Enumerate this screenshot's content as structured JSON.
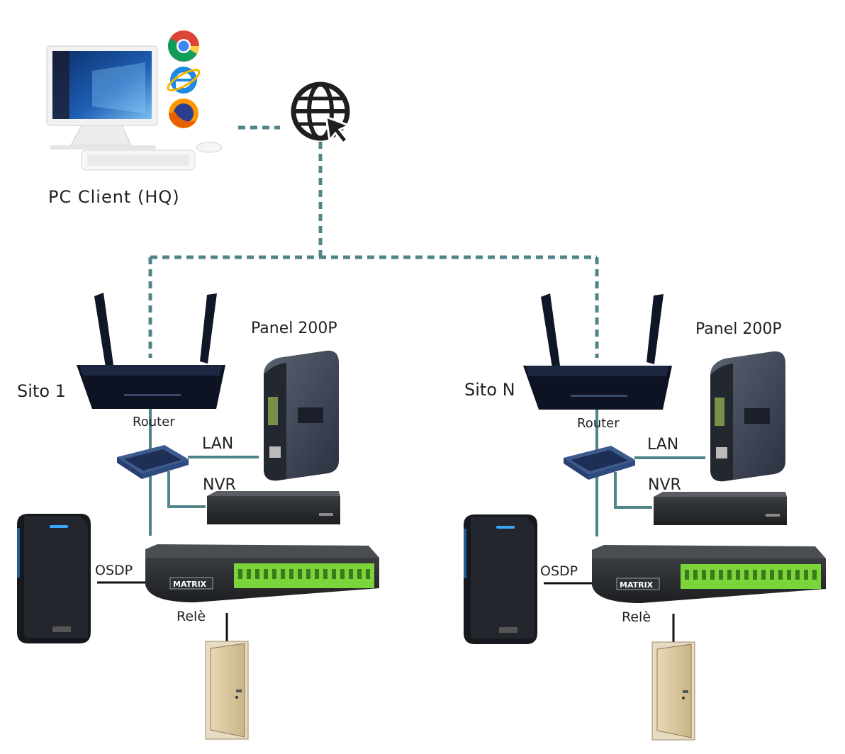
{
  "pc_client": {
    "label": "PC Client (HQ)"
  },
  "sites": [
    {
      "site_label": "Sito 1",
      "router_label": "Router",
      "panel_label": "Panel 200P",
      "lan_label": "LAN",
      "nvr_label": "NVR",
      "osdp_label": "OSDP",
      "relay_label": "Relè",
      "controller_brand": "MATRIX"
    },
    {
      "site_label": "Sito N",
      "router_label": "Router",
      "panel_label": "Panel 200P",
      "lan_label": "LAN",
      "nvr_label": "NVR",
      "osdp_label": "OSDP",
      "relay_label": "Relè",
      "controller_brand": "MATRIX"
    }
  ],
  "icons": [
    "desktop-pc-icon",
    "chrome-icon",
    "internet-explorer-icon",
    "firefox-icon",
    "globe-cursor-icon",
    "router-icon",
    "panel-200p-icon",
    "network-switch-icon",
    "nvr-icon",
    "card-reader-icon",
    "door-controller-icon",
    "door-icon"
  ],
  "colors": {
    "link_line": "#4f8588",
    "label_text": "#222222"
  }
}
